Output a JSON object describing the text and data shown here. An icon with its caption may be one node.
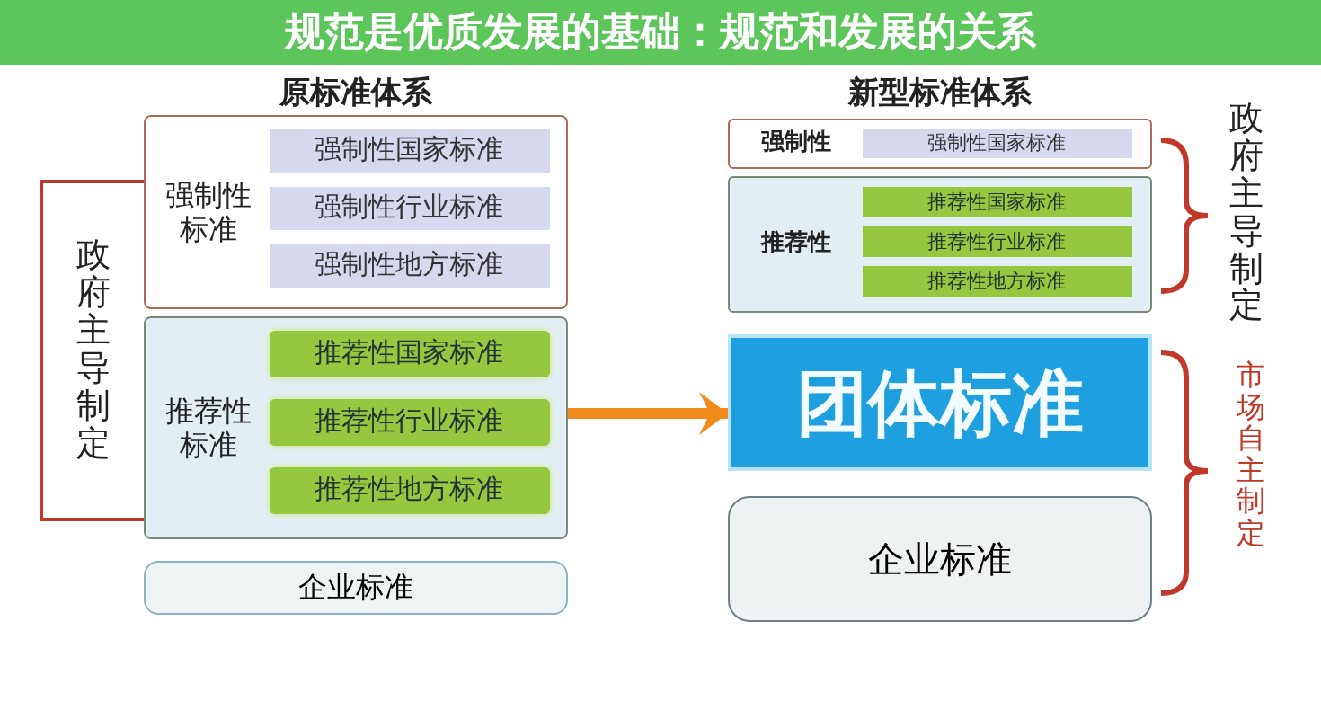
{
  "diagram": {
    "title": "规范是优质发展的基础：规范和发展的关系",
    "nodes": [
      {
        "text": [
          "政府主导制定"
        ]
      },
      {
        "text": [
          "强制性标准"
        ]
      },
      {
        "text": [
          "强制性国家标准"
        ],
        "in": 1
      },
      {
        "text": [
          "强制性行业标准"
        ],
        "in": 1
      },
      {
        "text": [
          "强制性地方标准"
        ],
        "in": 1
      },
      {
        "text": [
          "推荐性标准"
        ]
      },
      {
        "text": [
          "推荐性国家标准"
        ],
        "in": 5
      },
      {
        "text": [
          "推荐性行业标准"
        ],
        "in": 5
      },
      {
        "text": [
          "推荐性地方标准"
        ],
        "in": 5
      },
      {
        "text": [
          "企业标准"
        ]
      },
      {
        "text": [
          "强制性"
        ]
      },
      {
        "text": [
          "强制性国家标准"
        ],
        "in": 10
      },
      {
        "text": [
          "推荐性"
        ]
      },
      {
        "text": [
          "推荐性国家标准"
        ],
        "in": 12
      },
      {
        "text": [
          "推荐性行业标准"
        ],
        "in": 12
      },
      {
        "text": [
          "推荐性地方标准"
        ],
        "in": 12
      },
      {
        "text": [
          "团体标准"
        ]
      },
      {
        "text": [
          "企业标准"
        ]
      }
    ],
    "edges": [
      {
        "from": 5,
        "to": 16,
        "arrow": "to",
        "color": "#f08a1c"
      }
    ],
    "labels": [
      "原标准体系",
      "新型标准体系",
      "政府主导制定",
      "市场自主制定"
    ]
  }
}
